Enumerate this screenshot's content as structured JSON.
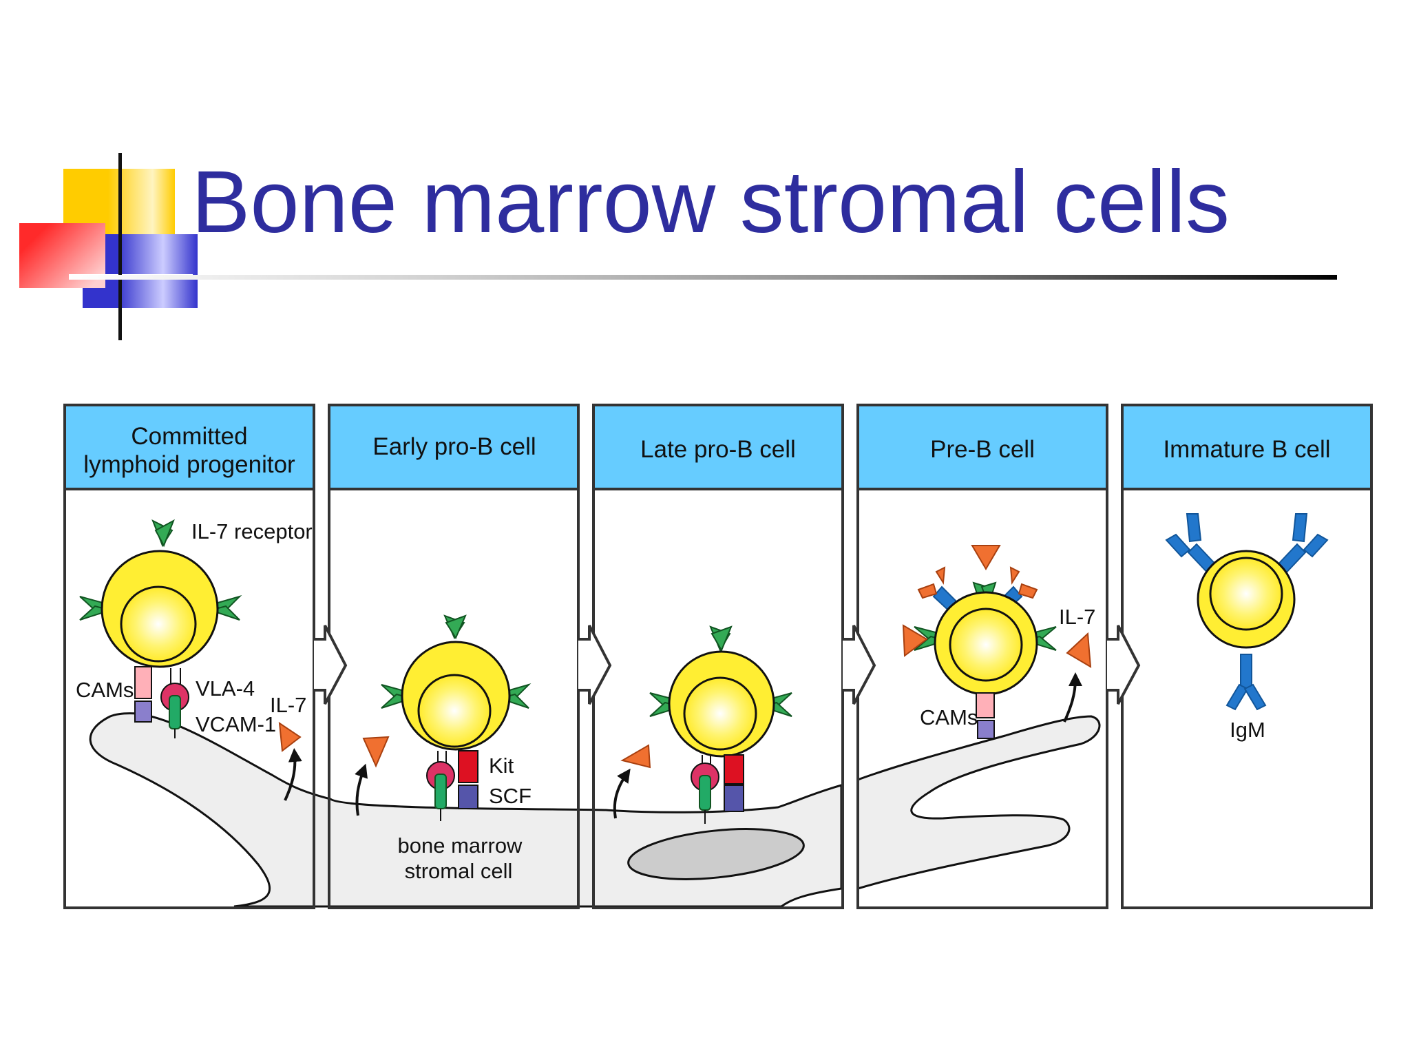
{
  "slide": {
    "title": "Bone marrow stromal cells"
  },
  "diagram": {
    "panels": [
      {
        "title_line1": "Committed",
        "title_line2": "lymphoid  progenitor"
      },
      {
        "title": "Early pro-B cell"
      },
      {
        "title": "Late pro-B cell"
      },
      {
        "title": "Pre-B cell"
      },
      {
        "title": "Immature B cell"
      }
    ],
    "labels": {
      "il7_receptor": "IL-7 receptor",
      "cams": "CAMs",
      "vla4": "VLA-4",
      "vcam1": "VCAM-1",
      "il7": "IL-7",
      "kit": "Kit",
      "scf": "SCF",
      "stromal_line1": "bone marrow",
      "stromal_line2": "stromal cell",
      "cams_2": "CAMs",
      "il7_2": "IL-7",
      "igm": "IgM"
    },
    "colors": {
      "header": "#66ccff",
      "cell_fill": "#ffee33",
      "stroma": "#eeeeee",
      "receptor": "#33aa55",
      "il7": "#f07030",
      "vla4": "#dd3366",
      "kit": "#dd1122",
      "scf": "#5555aa",
      "antibody": "#2277cc",
      "title": "#2e2d9e"
    }
  }
}
